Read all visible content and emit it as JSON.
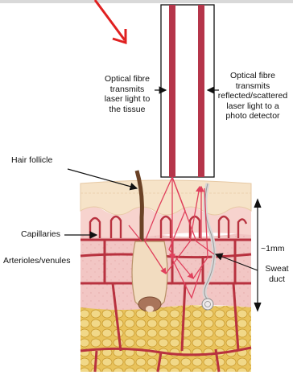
{
  "labels": {
    "fibre_left": "Optical fibre\ntransmits\nlaser light to\nthe tissue",
    "fibre_right": "Optical fibre\ntransmits\nreflected/scattered\nlaser light to a\nphoto detector",
    "hair_follicle": "Hair follicle",
    "capillaries": "Capillaries",
    "arterioles_venules": "Arterioles/venules",
    "depth": "~1mm",
    "sweat_duct": "Sweat\nduct"
  },
  "colors": {
    "fibre_core": "#b5354a",
    "laser": "#e0405c",
    "vessel": "#b8323f",
    "epidermis": "#f6e3c8",
    "dermis": "#f3c9c6",
    "fat": "#e8c25a",
    "hair": "#6b4226",
    "annotation_arrow": "#e02020"
  }
}
